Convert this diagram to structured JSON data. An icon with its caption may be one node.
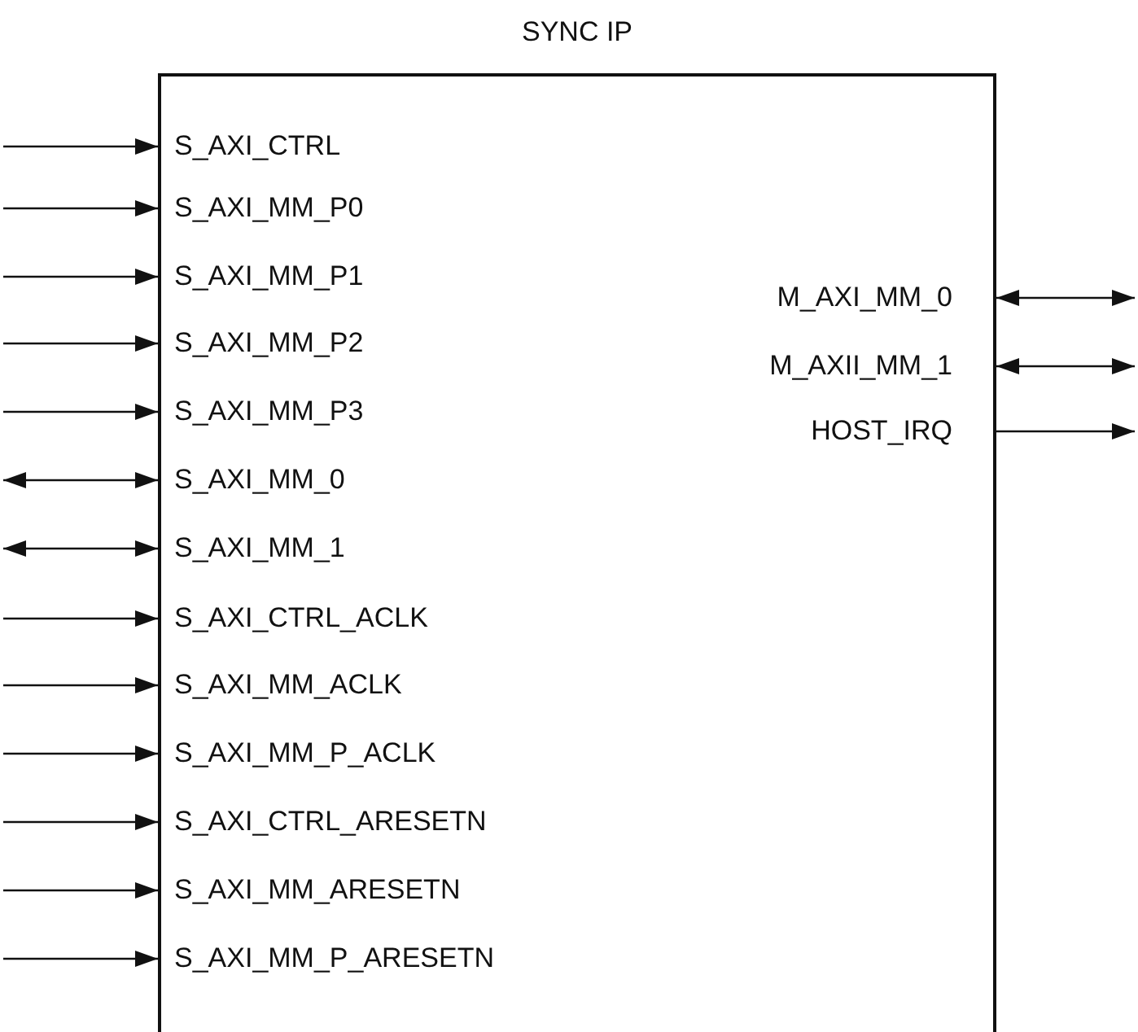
{
  "diagram": {
    "nodes": [
      {
        "text": [
          "SYNC IP"
        ]
      },
      {
        "text": [
          "S_AXI_CTRL"
        ],
        "in": 0
      },
      {
        "text": [
          "S_AXI_MM_P0"
        ],
        "in": 0
      },
      {
        "text": [
          "S_AXI_MM_P1"
        ],
        "in": 0
      },
      {
        "text": [
          "S_AXI_MM_P2"
        ],
        "in": 0
      },
      {
        "text": [
          "S_AXI_MM_P3"
        ],
        "in": 0
      },
      {
        "text": [
          "S_AXI_MM_0"
        ],
        "in": 0
      },
      {
        "text": [
          "S_AXI_MM_1"
        ],
        "in": 0
      },
      {
        "text": [
          "S_AXI_CTRL_ACLK"
        ],
        "in": 0
      },
      {
        "text": [
          "S_AXI_MM_ACLK"
        ],
        "in": 0
      },
      {
        "text": [
          "S_AXI_MM_P_ACLK"
        ],
        "in": 0
      },
      {
        "text": [
          "S_AXI_CTRL_ARESETN"
        ],
        "in": 0
      },
      {
        "text": [
          "S_AXI_MM_ARESETN"
        ],
        "in": 0
      },
      {
        "text": [
          "S_AXI_MM_P_ARESETN"
        ],
        "in": 0
      },
      {
        "text": [
          "M_AXI_MM_0"
        ],
        "in": 0
      },
      {
        "text": [
          "M_AXII_MM_1"
        ],
        "in": 0
      },
      {
        "text": [
          "HOST_IRQ"
        ],
        "in": 0
      }
    ],
    "edges": [
      {
        "from": null,
        "to": 1,
        "arrow": "to"
      },
      {
        "from": null,
        "to": 2,
        "arrow": "to"
      },
      {
        "from": null,
        "to": 3,
        "arrow": "to"
      },
      {
        "from": null,
        "to": 4,
        "arrow": "to"
      },
      {
        "from": null,
        "to": 5,
        "arrow": "to"
      },
      {
        "from": null,
        "to": 6,
        "arrow": "both"
      },
      {
        "from": null,
        "to": 7,
        "arrow": "both"
      },
      {
        "from": null,
        "to": 8,
        "arrow": "to"
      },
      {
        "from": null,
        "to": 9,
        "arrow": "to"
      },
      {
        "from": null,
        "to": 10,
        "arrow": "to"
      },
      {
        "from": null,
        "to": 11,
        "arrow": "to"
      },
      {
        "from": null,
        "to": 12,
        "arrow": "to"
      },
      {
        "from": null,
        "to": 13,
        "arrow": "to"
      },
      {
        "from": 14,
        "to": null,
        "arrow": "both"
      },
      {
        "from": 15,
        "to": null,
        "arrow": "both"
      },
      {
        "from": 16,
        "to": null,
        "arrow": "to"
      }
    ]
  }
}
